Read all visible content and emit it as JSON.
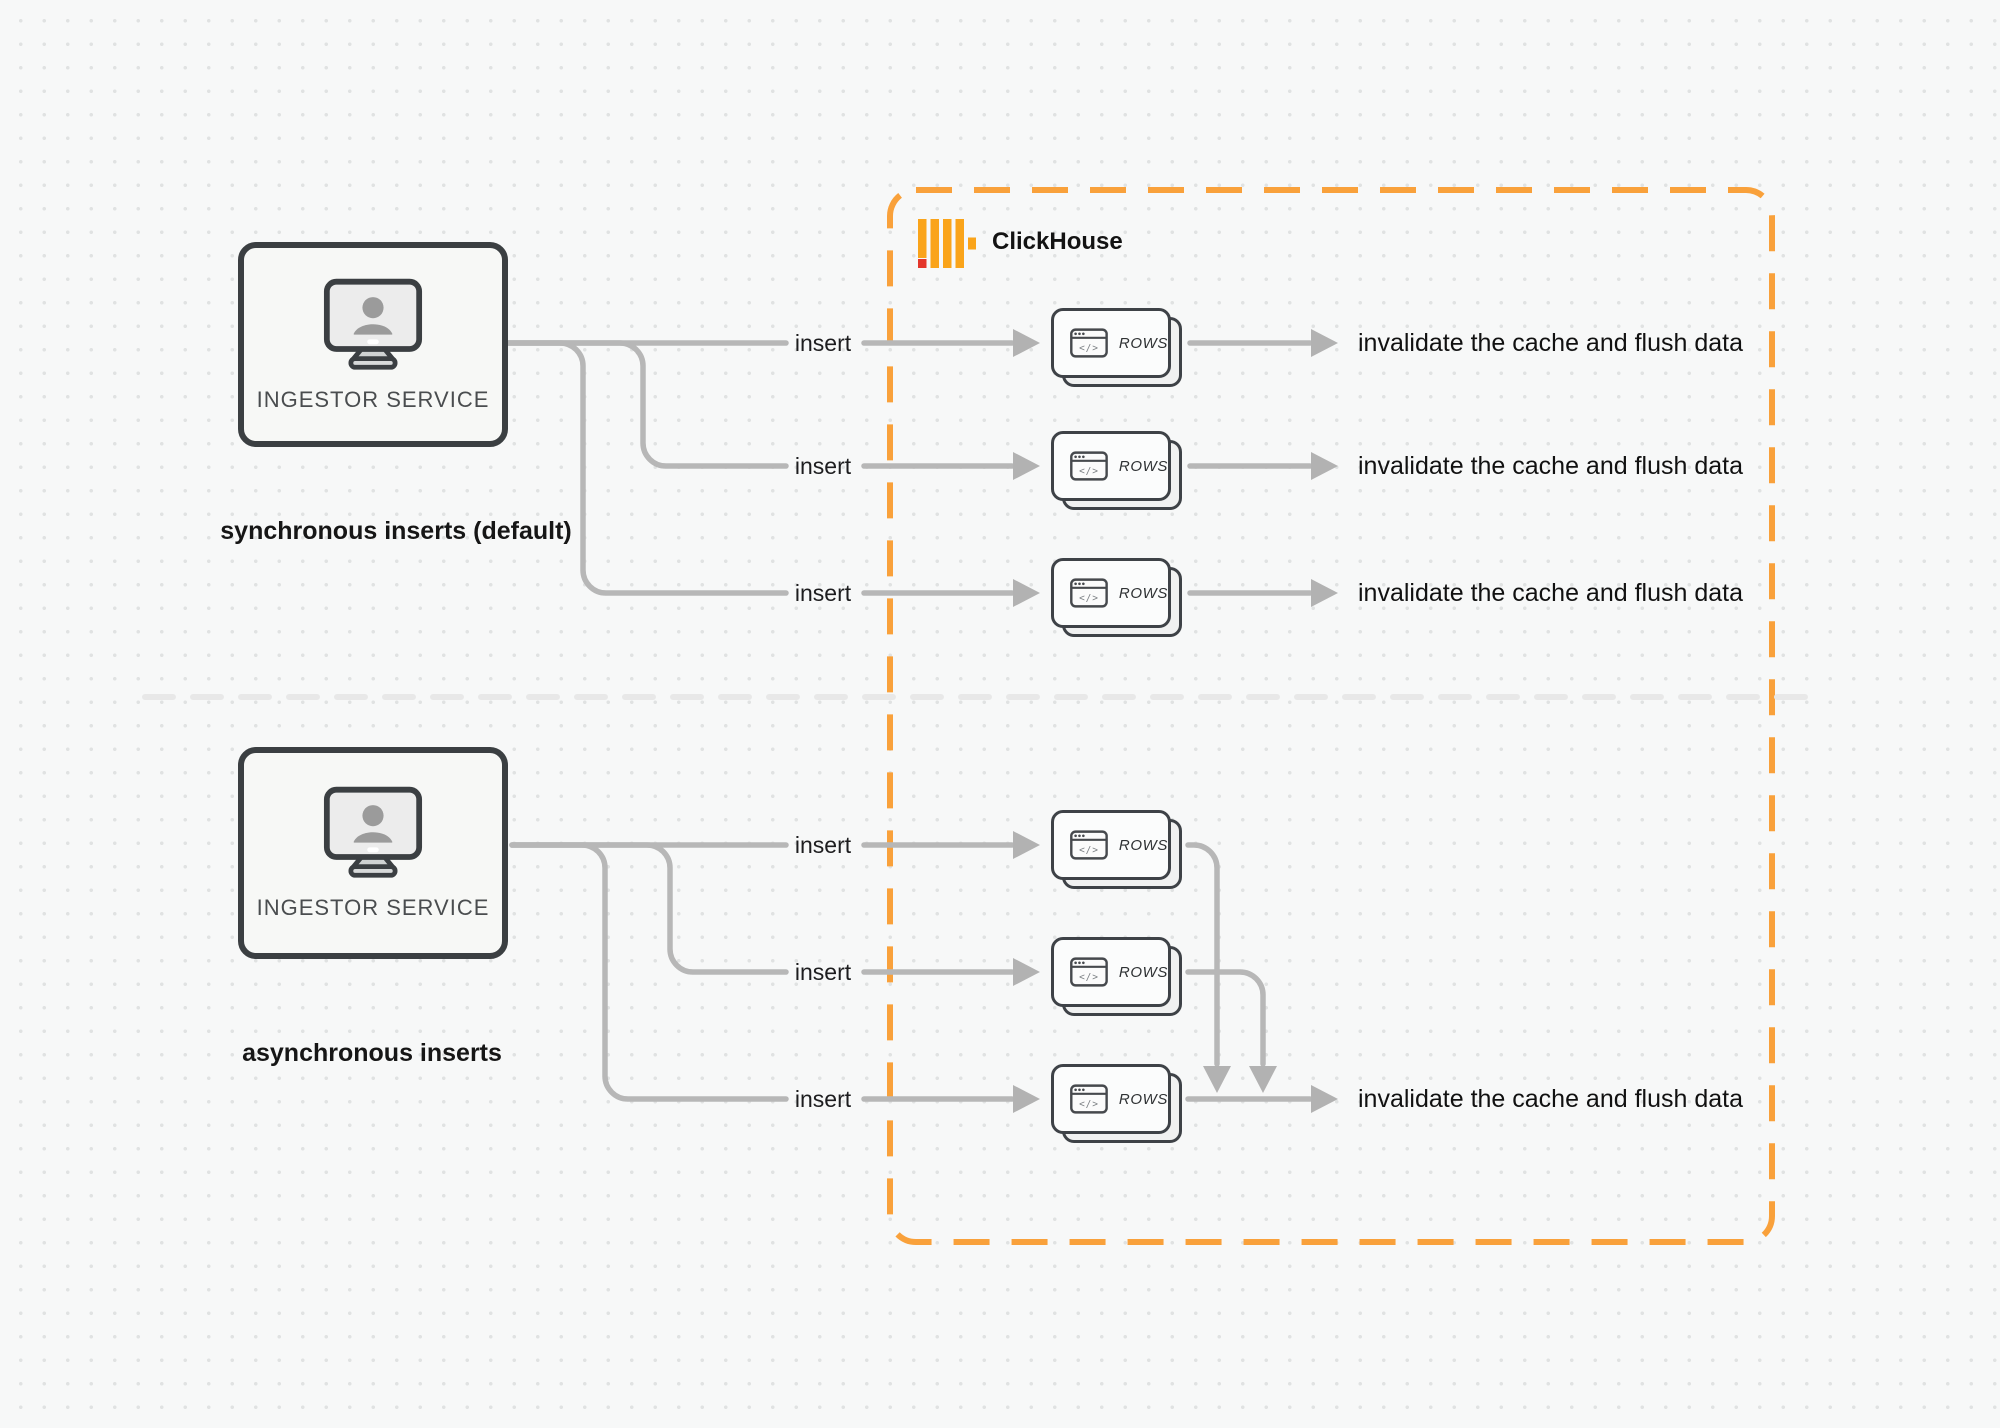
{
  "diagram": {
    "card_glyph": "</>",
    "clickhouse": {
      "label": "ClickHouse"
    },
    "sync": {
      "service_label": "INGESTOR SERVICE",
      "caption": "synchronous inserts (default)",
      "rows": [
        {
          "insert": "insert",
          "card": "ROWS",
          "result": "invalidate the cache and flush data"
        },
        {
          "insert": "insert",
          "card": "ROWS",
          "result": "invalidate the cache and flush data"
        },
        {
          "insert": "insert",
          "card": "ROWS",
          "result": "invalidate the cache and flush data"
        }
      ]
    },
    "async": {
      "service_label": "INGESTOR SERVICE",
      "caption": "asynchronous inserts",
      "rows": [
        {
          "insert": "insert",
          "card": "ROWS"
        },
        {
          "insert": "insert",
          "card": "ROWS"
        },
        {
          "insert": "insert",
          "card": "ROWS",
          "result": "invalidate the cache and flush data"
        }
      ]
    },
    "colors": {
      "accent_orange": "#F9A13B",
      "logo_red": "#E4362B",
      "wire_gray": "#B7B7B7",
      "divider_gray": "#E8E8E8"
    }
  }
}
